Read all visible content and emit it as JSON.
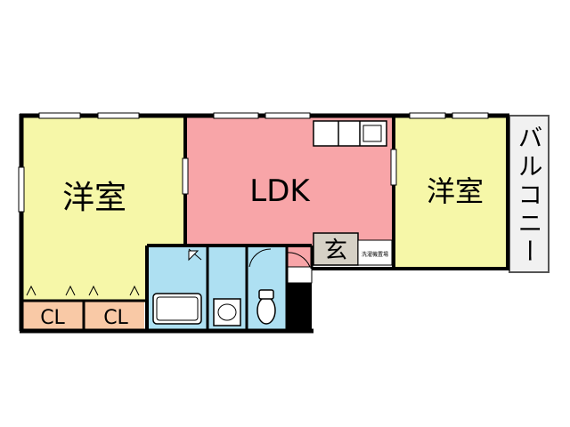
{
  "rooms": {
    "western_left": {
      "label": "洋室"
    },
    "ldk": {
      "label": "LDK"
    },
    "western_right": {
      "label": "洋室"
    },
    "entrance": {
      "label": "玄"
    },
    "balcony": {
      "label": "バルコニー"
    },
    "closet_1": {
      "label": "CL"
    },
    "closet_2": {
      "label": "CL"
    },
    "laundry_space": {
      "label": "洗濯機置場"
    }
  },
  "colors": {
    "western": "#f6f7a8",
    "ldk": "#f8a5a8",
    "closet": "#f9c9a6",
    "wet_area": "#aee0f2",
    "entrance": "#d6d1c6",
    "balcony": "#f1f1f1",
    "wall": "#000000",
    "window": "#dddddd"
  }
}
